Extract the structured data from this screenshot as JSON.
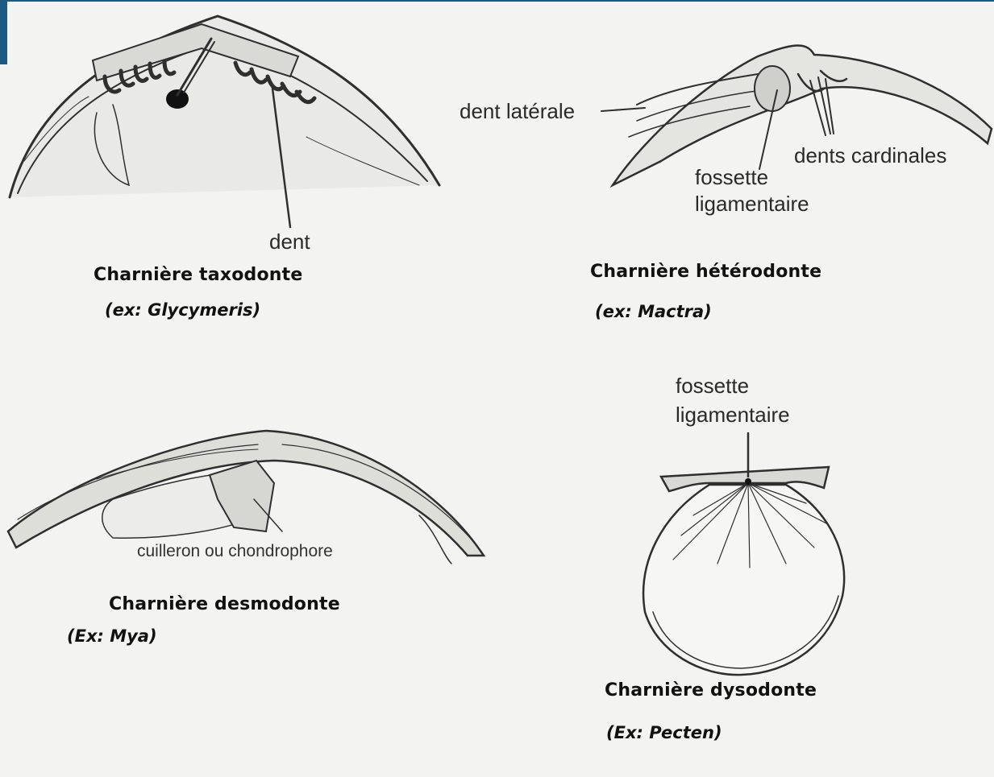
{
  "panels": {
    "taxodont": {
      "title": "Charnière taxodonte",
      "example": "(ex: Glycymeris)",
      "labels": {
        "dent": "dent"
      }
    },
    "heterodont": {
      "title": "Charnière hétérodonte",
      "example": "(ex: Mactra)",
      "labels": {
        "lateral_tooth": "dent latérale",
        "cardinal_teeth": "dents cardinales",
        "ligament_pit_line1": "fossette",
        "ligament_pit_line2": "ligamentaire"
      }
    },
    "desmodont": {
      "title": "Charnière desmodonte",
      "example": "(Ex: Mya)",
      "labels": {
        "chondrophore": "cuilleron ou chondrophore"
      }
    },
    "dysodont": {
      "title": "Charnière dysodonte",
      "example": "(Ex: Pecten)",
      "labels": {
        "ligament_pit_line1": "fossette",
        "ligament_pit_line2": "ligamentaire"
      }
    }
  },
  "colors": {
    "frame_accent": "#1c5a84",
    "background": "#f3f3f2",
    "ink": "#2a2a2a"
  }
}
